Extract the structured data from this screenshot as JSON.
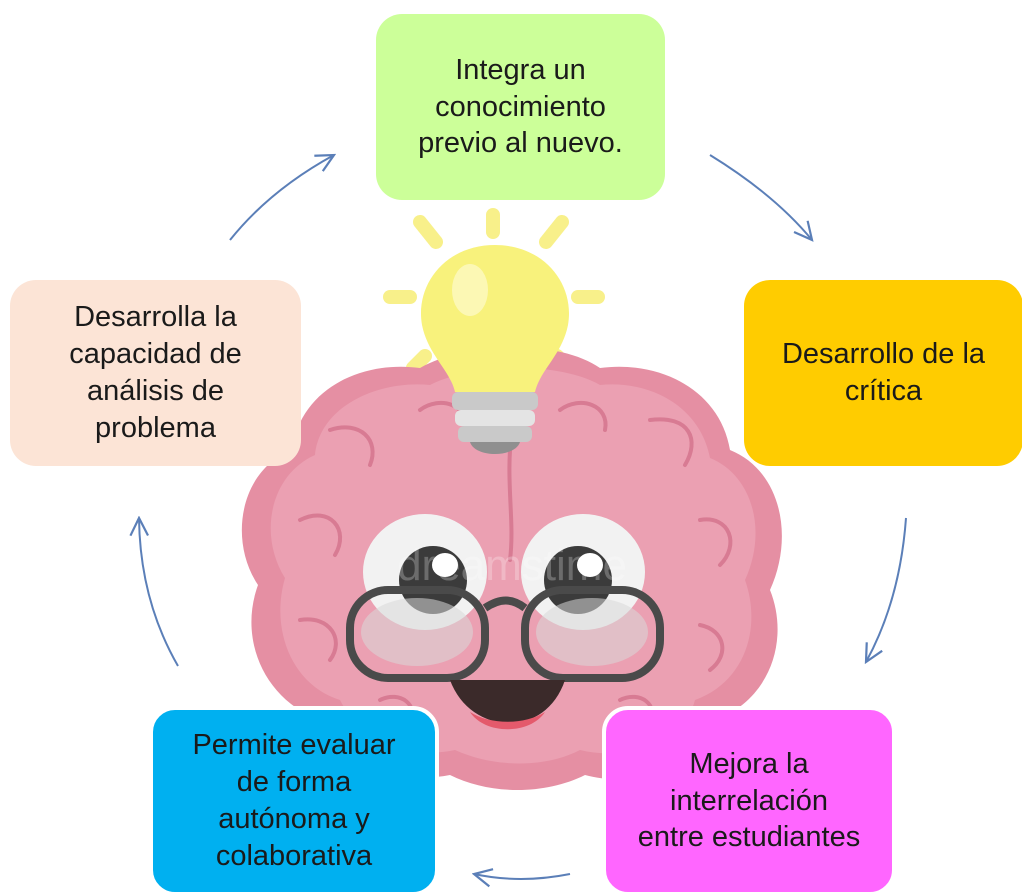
{
  "nodes": [
    {
      "id": "top",
      "text": "Integra un\nconocimiento\nprevio al nuevo.",
      "color": "#ccff99"
    },
    {
      "id": "right",
      "text": "Desarrollo de la\ncrítica",
      "color": "#ffcc00"
    },
    {
      "id": "bottom-right",
      "text": "Mejora la\ninterrelación\nentre estudiantes",
      "color": "#ff66ff"
    },
    {
      "id": "bottom-left",
      "text": "Permite evaluar\nde forma\nautónoma y\ncolaborativa",
      "color": "#00b0f0"
    },
    {
      "id": "left",
      "text": "Desarrolla la\ncapacidad de\nanálisis de\nproblema",
      "color": "#fce4d6"
    }
  ],
  "arrow_color": "#5b7fb8",
  "illustration": {
    "subject": "cartoon-brain-with-lightbulb-and-glasses",
    "watermark": "dreamstime"
  }
}
